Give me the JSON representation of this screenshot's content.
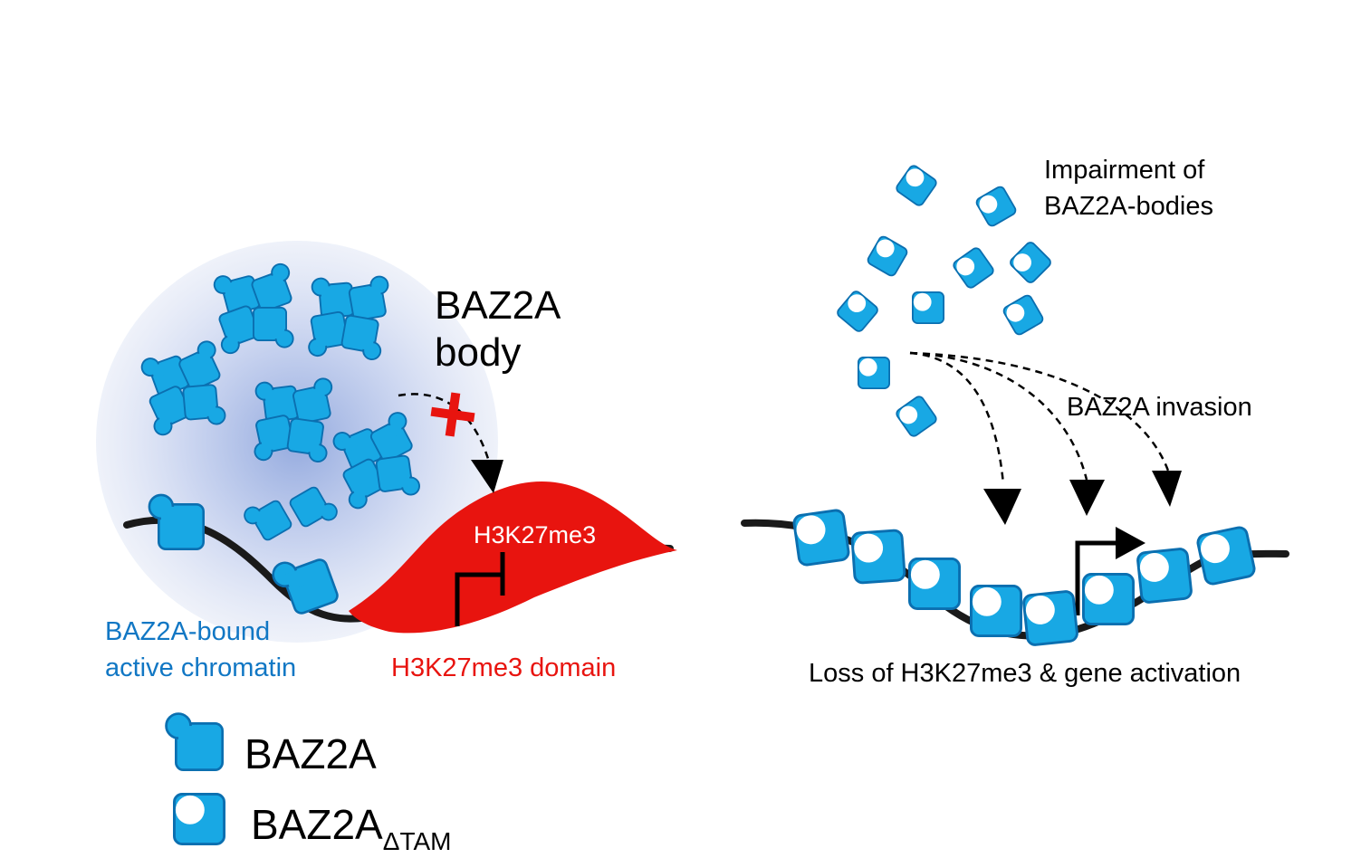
{
  "left_panel": {
    "body_title_line1": "BAZ2A",
    "body_title_line2": "body",
    "active_chromatin_line1": "BAZ2A-bound",
    "active_chromatin_line2": "active chromatin",
    "domain_label": "H3K27me3 domain",
    "mark_label": "H3K27me3",
    "block_symbol": "+"
  },
  "right_panel": {
    "impairment_line1": "Impairment of",
    "impairment_line2": "BAZ2A-bodies",
    "invasion_label": "BAZ2A invasion",
    "outcome_label": "Loss of H3K27me3 & gene activation"
  },
  "legend": {
    "wt_label": "BAZ2A",
    "mutant_label": "BAZ2A",
    "mutant_subscript": "ΔTAM"
  },
  "colors": {
    "protein_fill": "#18a8e4",
    "protein_stroke": "#0b6fb0",
    "domain_red": "#e8140f",
    "body_cloud": "#aebfe6",
    "dna": "#1a1a1a"
  },
  "icons": {
    "protein_wt": "protein-with-tam-knob-icon",
    "protein_mutant": "protein-with-notch-icon",
    "arrow": "dashed-arrow-icon",
    "promoter": "promoter-arrow-icon",
    "repression": "repression-bar-icon"
  }
}
